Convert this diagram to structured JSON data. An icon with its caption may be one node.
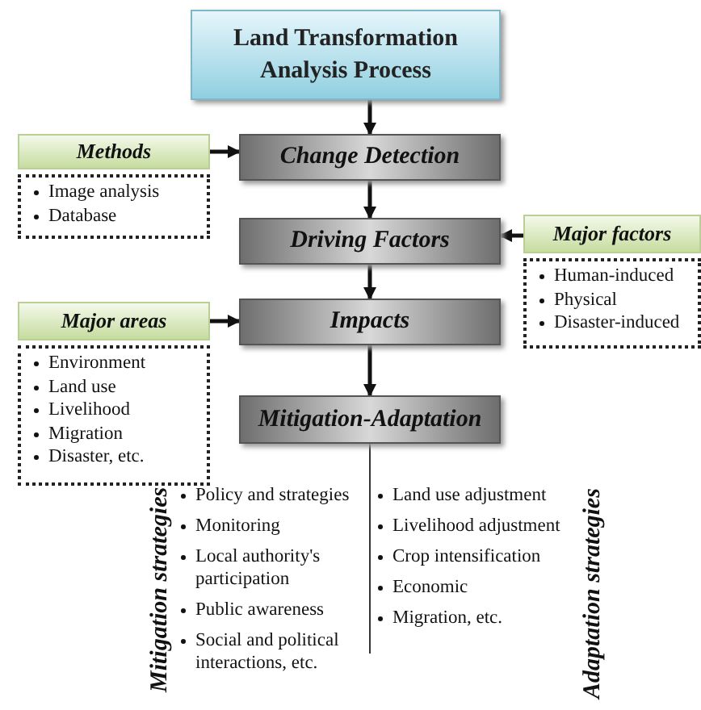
{
  "diagram": {
    "nodes": [
      {
        "text": [
          "Land Transformation Analysis Process"
        ]
      },
      {
        "text": [
          "Change Detection"
        ]
      },
      {
        "text": [
          "Driving Factors"
        ]
      },
      {
        "text": [
          "Impacts"
        ]
      },
      {
        "text": [
          "Mitigation-Adaptation"
        ]
      },
      {
        "text": [
          "Methods"
        ]
      },
      {
        "text": [
          "Image analysis",
          "Database"
        ]
      },
      {
        "text": [
          "Major factors"
        ]
      },
      {
        "text": [
          "Human-induced",
          "Physical",
          "Disaster-induced"
        ]
      },
      {
        "text": [
          "Major areas"
        ]
      },
      {
        "text": [
          "Environment",
          "Land use",
          "Livelihood",
          "Migration",
          "Disaster, etc."
        ]
      }
    ],
    "edges": [
      {
        "from": 0,
        "to": 1,
        "arrow": "to"
      },
      {
        "from": 1,
        "to": 2,
        "arrow": "to"
      },
      {
        "from": 2,
        "to": 3,
        "arrow": "to"
      },
      {
        "from": 3,
        "to": 4,
        "arrow": "to"
      },
      {
        "from": 5,
        "to": 1,
        "arrow": "to"
      },
      {
        "from": 7,
        "to": 2,
        "arrow": "to"
      },
      {
        "from": 9,
        "to": 3,
        "arrow": "to"
      }
    ],
    "labels": [
      "Mitigation strategies",
      "Policy and strategies",
      "Monitoring",
      "Local authority's participation",
      "Public awareness",
      "Social and political interactions, etc.",
      "Land use adjustment",
      "Livelihood adjustment",
      "Crop intensification",
      "Economic",
      "Migration, etc.",
      "Adaptation strategies"
    ]
  }
}
